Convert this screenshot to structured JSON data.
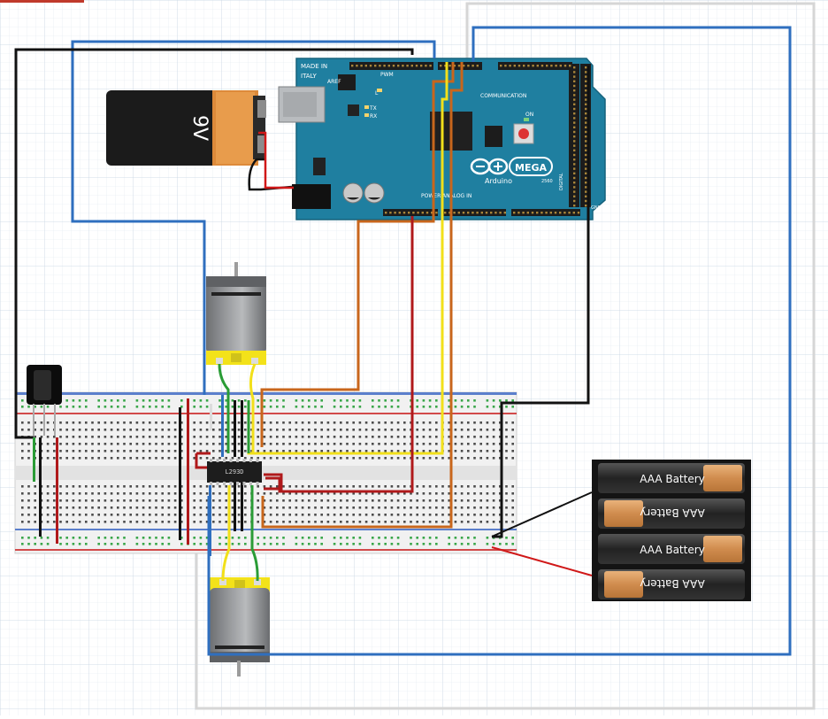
{
  "arduino": {
    "made_in": "MADE IN",
    "italy": "ITALY",
    "pwm": "PWM",
    "communication": "COMMUNICATION",
    "brand": "Arduino",
    "model": "MEGA",
    "year": "2560",
    "tx": "TX",
    "rx": "RX",
    "l_led": "L",
    "on_led": "ON",
    "power": "POWER",
    "analog_in": "ANALOG IN",
    "digital": "DIGITAL",
    "gnd": "GND",
    "aref": "AREF"
  },
  "battery_9v": {
    "label": "9V"
  },
  "battery_pack": {
    "cells": [
      "AAA Battery",
      "AAA Battery",
      "AAA Battery",
      "AAA Battery"
    ]
  },
  "chip": {
    "label": "L293D"
  },
  "colors": {
    "arduino_teal": "#1f7fa0",
    "wire_blue": "#2f6fbf",
    "wire_black": "#111111",
    "wire_orange": "#c8661c",
    "wire_yellow": "#f2e01a",
    "wire_red": "#b0191b",
    "wire_green": "#2a9c36",
    "wire_white": "#cfcfcf"
  }
}
